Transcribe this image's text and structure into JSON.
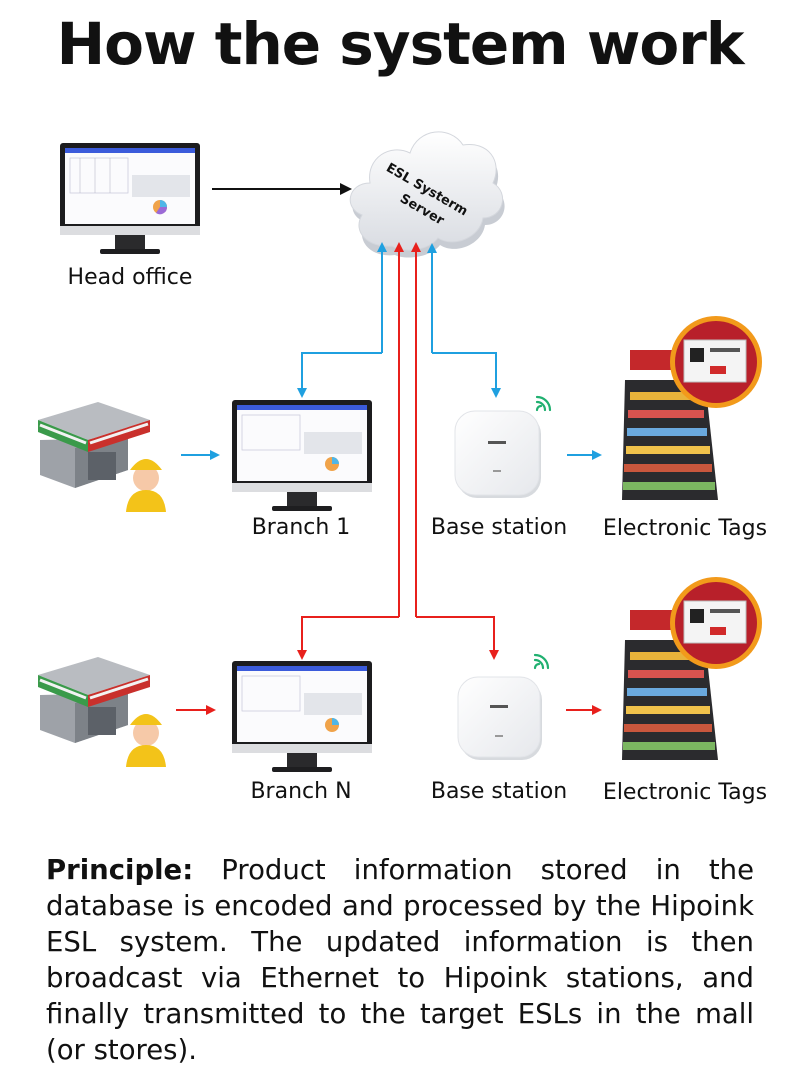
{
  "title": "How the system work",
  "server": {
    "line1": "ESL Systerm",
    "line2": "Server"
  },
  "labels": {
    "head_office": "Head office",
    "branch_1": "Branch 1",
    "branch_n": "Branch N",
    "base_station_1": "Base station",
    "base_station_n": "Base station",
    "tags_1": "Electronic Tags",
    "tags_n": "Electronic Tags"
  },
  "principle": {
    "label": "Principle:",
    "text": " Product information stored in the database is encoded and processed by the Hipoink ESL system. The updated information is then broadcast via Ethernet to Hipoink stations, and finally transmitted to the target ESLs in the mall (or stores)."
  },
  "colors": {
    "blue": "#1fa0e0",
    "red": "#e8201c",
    "black": "#111111"
  }
}
